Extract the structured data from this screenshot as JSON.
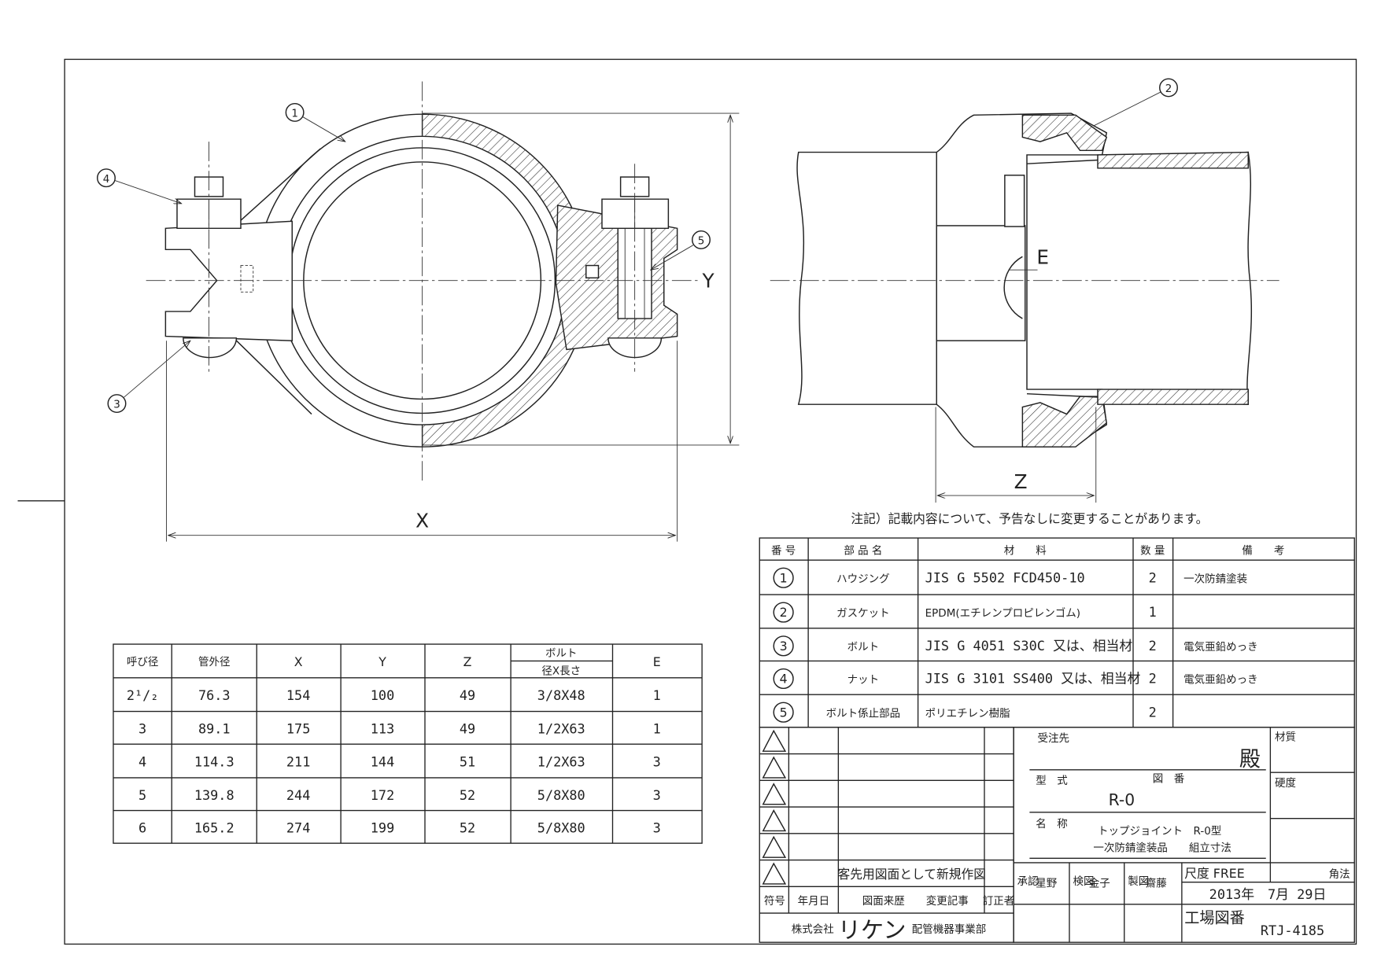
{
  "callouts": [
    "1",
    "2",
    "3",
    "4",
    "5"
  ],
  "dimension_labels": {
    "x": "X",
    "y": "Y",
    "z": "Z",
    "e": "E"
  },
  "note": "注記）記載内容について、予告なしに変更することがあります。",
  "size_table": {
    "headers": [
      "呼び径",
      "管外径",
      "X",
      "Y",
      "Z",
      "ボルト",
      "径X長さ",
      "E"
    ],
    "rows": [
      [
        "2¹/₂",
        "76.3",
        "154",
        "100",
        "49",
        "3/8X48",
        "1"
      ],
      [
        "3",
        "89.1",
        "175",
        "113",
        "49",
        "1/2X63",
        "1"
      ],
      [
        "4",
        "114.3",
        "211",
        "144",
        "51",
        "1/2X63",
        "3"
      ],
      [
        "5",
        "139.8",
        "244",
        "172",
        "52",
        "5/8X80",
        "3"
      ],
      [
        "6",
        "165.2",
        "274",
        "199",
        "52",
        "5/8X80",
        "3"
      ]
    ]
  },
  "parts_table": {
    "headers": [
      "番 号",
      "部 品 名",
      "材　　料",
      "数 量",
      "備　　考"
    ],
    "rows": [
      [
        "1",
        "ハウジング",
        "JIS G 5502 FCD450-10",
        "2",
        "一次防錆塗装"
      ],
      [
        "2",
        "ガスケット",
        "EPDM(エチレンプロピレンゴム)",
        "1",
        ""
      ],
      [
        "3",
        "ボルト",
        "JIS G 4051 S30C 又は、相当材",
        "2",
        "電気亜鉛めっき"
      ],
      [
        "4",
        "ナット",
        "JIS G 3101 SS400 又は、相当材",
        "2",
        "電気亜鉛めっき"
      ],
      [
        "5",
        "ボルト係止部品",
        "ポリエチレン樹脂",
        "2",
        ""
      ]
    ]
  },
  "revision": {
    "symbol": "△",
    "entry": "客先用図面として新規作図",
    "headers": {
      "symbol": "符号",
      "date": "年月日",
      "history": "図面来歴",
      "change": "変更記事",
      "corrector": "訂正者"
    }
  },
  "company": {
    "prefix": "株式会社",
    "name": "リケン",
    "division": "配管機器事業部"
  },
  "title_block": {
    "customer_label": "受注先",
    "honorific": "殿",
    "model_label": "型　式",
    "drawing_no_label": "図　番",
    "model": "R-0",
    "name_label": "名　称",
    "name_line1": "トップジョイント　R-0型",
    "name_line2": "一次防錆塗装品　　組立寸法",
    "material_label": "材質",
    "hardness_label": "硬度",
    "approved_label": "承認",
    "approved": "星野",
    "checked_label": "検図",
    "checked": "金子",
    "drawn_label": "製図",
    "drawn": "齋藤",
    "scale": "尺度 FREE",
    "projection": "角法",
    "date": "2013年　7月 29日",
    "factory_no_label": "工場図番",
    "factory_no": "RTJ-4185"
  }
}
